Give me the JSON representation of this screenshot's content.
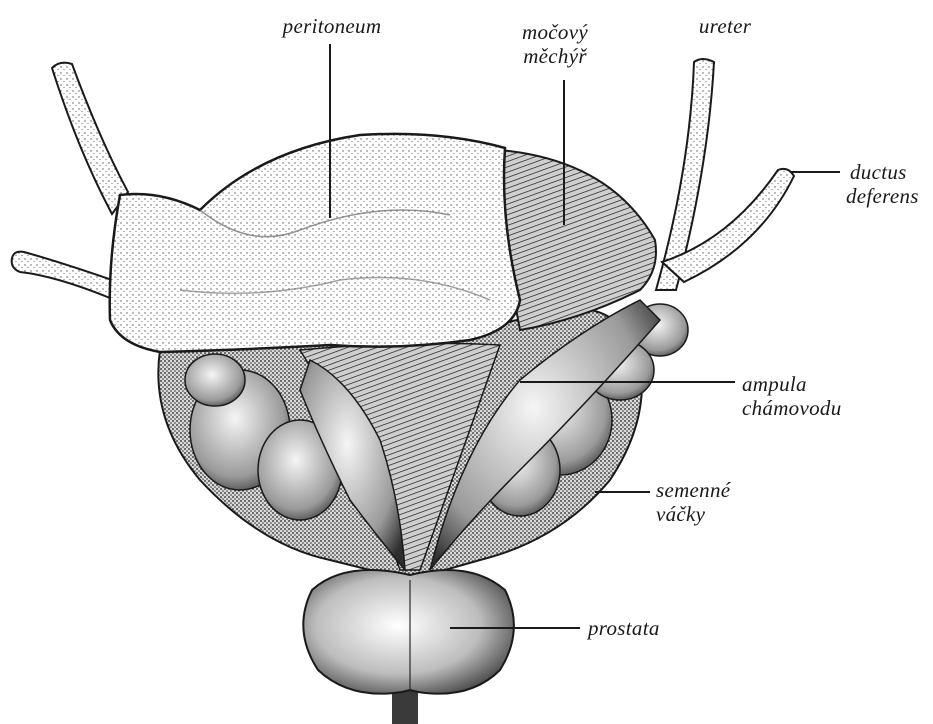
{
  "labels": {
    "peritoneum": "peritoneum",
    "mocovy_mechyr": [
      "močový",
      "měchýř"
    ],
    "ureter": "ureter",
    "ductus_deferens": [
      "ductus",
      "deferens"
    ],
    "ampula_chamovodu": [
      "ampula",
      "chámovodu"
    ],
    "semenne_vacky": [
      "semenné",
      "váčky"
    ],
    "prostata": "prostata"
  },
  "colors": {
    "ink": "#1a1a1a",
    "background": "#ffffff"
  }
}
